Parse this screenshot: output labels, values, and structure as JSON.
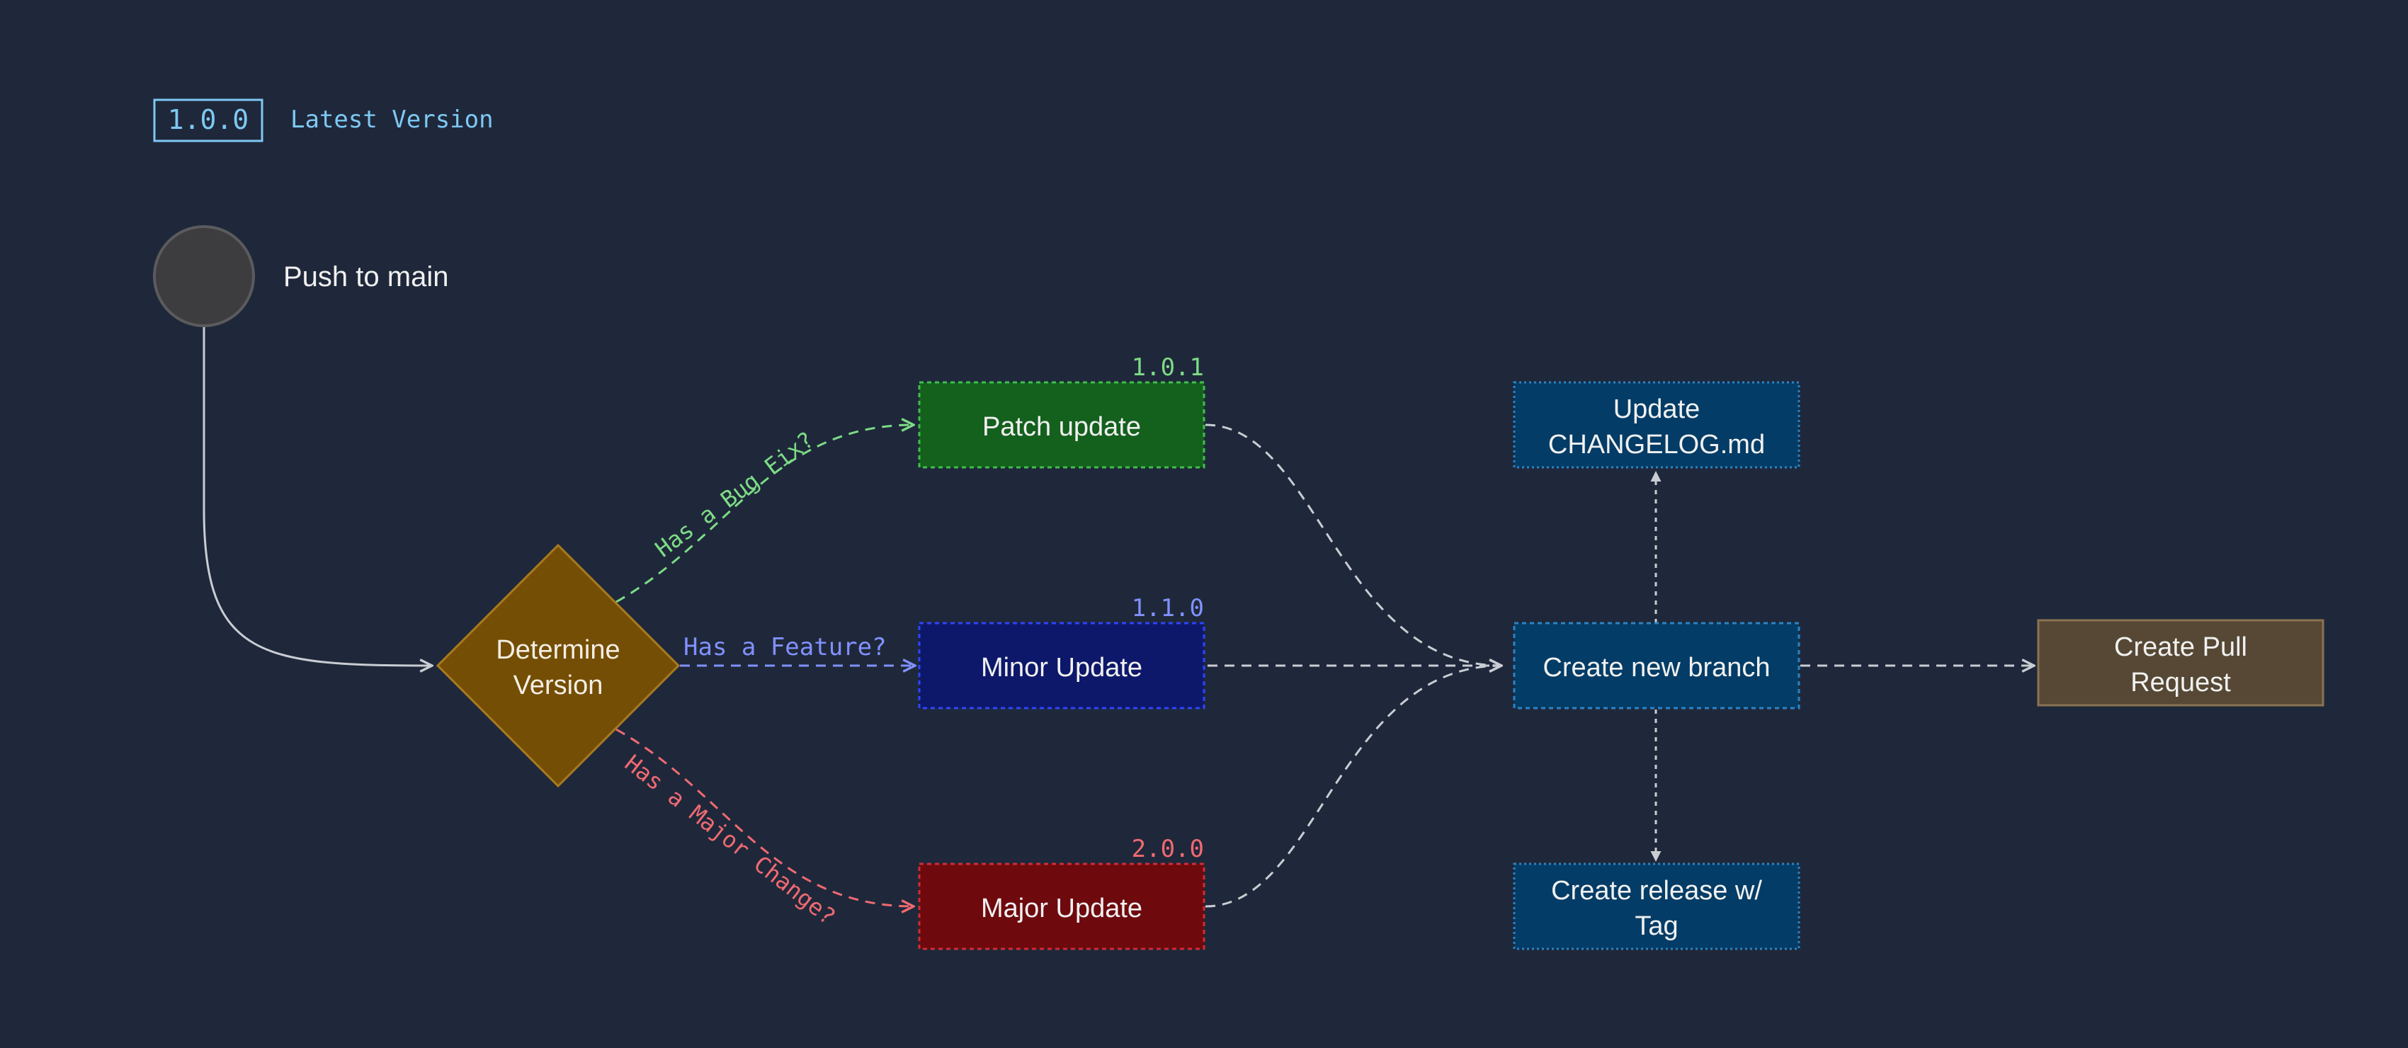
{
  "header": {
    "version_badge": "1.0.0",
    "version_label": "Latest Version"
  },
  "start": {
    "label": "Push to main"
  },
  "decision": {
    "line1": "Determine",
    "line2": "Version"
  },
  "branches": {
    "bugfix": {
      "label": "Has a Bug Fix?",
      "version": "1.0.1",
      "box_label": "Patch update",
      "color": "#7ddc86",
      "fill": "#14601d",
      "border": "#3fbf4b"
    },
    "feature": {
      "label": "Has a Feature?",
      "version": "1.1.0",
      "box_label": "Minor Update",
      "color": "#8191ff",
      "fill": "#0d186a",
      "border": "#2d45ff"
    },
    "major": {
      "label": "Has a Major Change?",
      "version": "2.0.0",
      "box_label": "Major Update",
      "color": "#f06a72",
      "fill": "#6e0a0e",
      "border": "#d12b36"
    }
  },
  "actions": {
    "changelog": {
      "line1": "Update",
      "line2": "CHANGELOG.md"
    },
    "new_branch": {
      "label": "Create new branch"
    },
    "release": {
      "line1": "Create release w/",
      "line2": "Tag"
    },
    "pull_request": {
      "line1": "Create Pull",
      "line2": "Request"
    }
  },
  "colors": {
    "background": "#1f283a",
    "badge": "#7ec8f4",
    "action_fill": "#033c66",
    "action_border": "#2b83c6",
    "pr_fill": "#564834",
    "pr_border": "#8a7352",
    "decision_fill": "#744e05",
    "decision_border": "#a97a1e",
    "connector": "#c9cdd3"
  }
}
